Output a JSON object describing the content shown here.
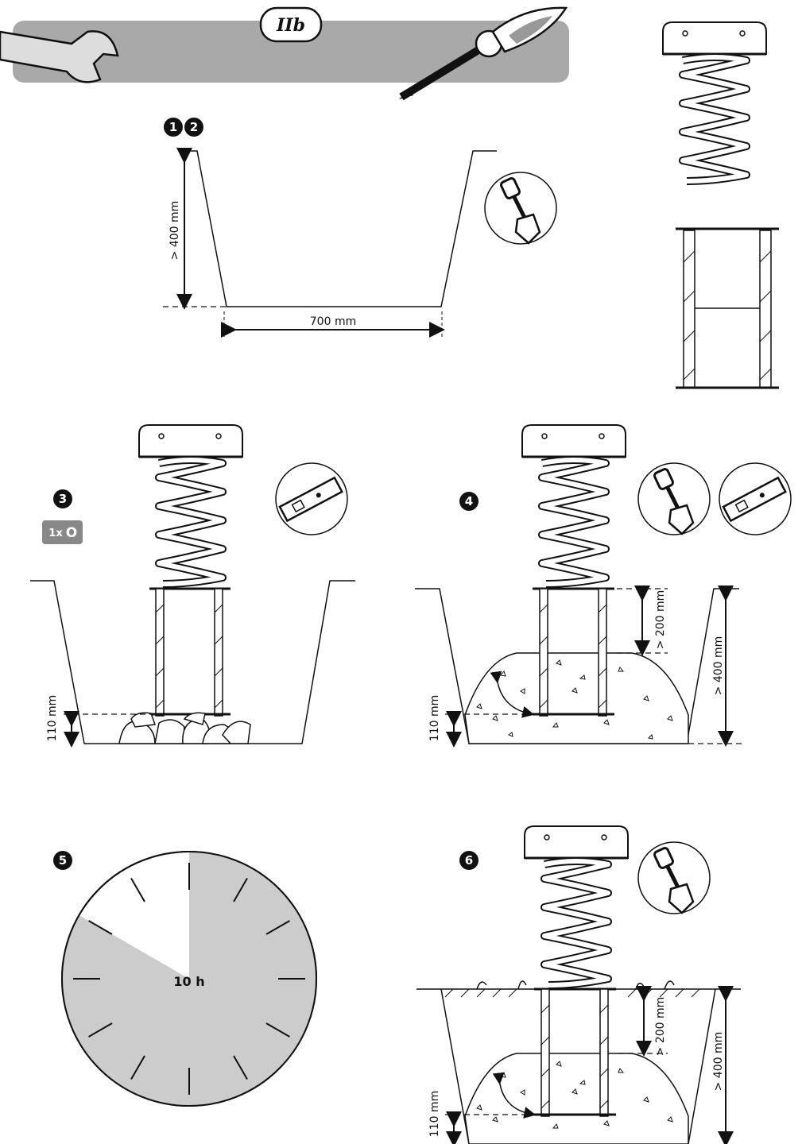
{
  "header": {
    "badge": "IIb",
    "bar_color": "#a9a9a9"
  },
  "steps": {
    "s1": "1",
    "s2": "2",
    "s3": "3",
    "s4": "4",
    "s5": "5",
    "s6": "6"
  },
  "dims": {
    "depth_400": "> 400 mm",
    "width_700": "700 mm",
    "gap_110": "110 mm",
    "top_200": "> 200 mm"
  },
  "quantity": {
    "count": "1x",
    "part": "O"
  },
  "clock": {
    "label": "10 h",
    "elapsed_hours": 10,
    "shade_color": "#cccccc"
  },
  "icons": [
    "wrench-icon",
    "pickaxe-icon",
    "shovel-icon",
    "spirit-level-icon"
  ]
}
